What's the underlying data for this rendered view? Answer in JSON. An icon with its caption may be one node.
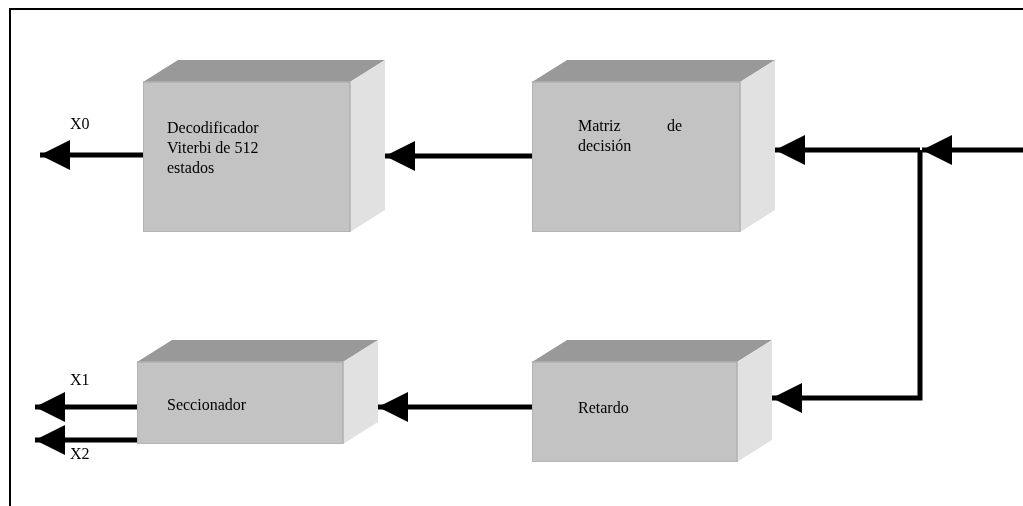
{
  "diagram": {
    "nodes": [
      {
        "text": [
          "Decodificador Viterbi de 512 estados"
        ]
      },
      {
        "text": [
          "Matriz de decisión"
        ]
      },
      {
        "text": [
          "Seccionador"
        ]
      },
      {
        "text": [
          "Retardo"
        ]
      }
    ],
    "edges": [
      {
        "from": null,
        "to": 1,
        "arrow": "to"
      },
      {
        "from": null,
        "to": 3,
        "arrow": "to"
      },
      {
        "from": 1,
        "to": 0,
        "arrow": "to"
      },
      {
        "from": 0,
        "to": null,
        "arrow": "to",
        "label": "X0"
      },
      {
        "from": 3,
        "to": 2,
        "arrow": "to"
      },
      {
        "from": 2,
        "to": null,
        "arrow": "to",
        "label": "X1"
      },
      {
        "from": 2,
        "to": null,
        "arrow": "to",
        "label": "X2"
      }
    ]
  }
}
